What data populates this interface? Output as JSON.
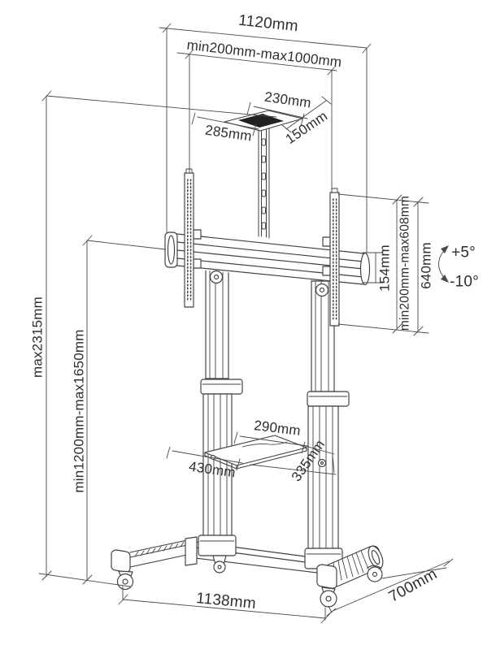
{
  "diagram": {
    "subject": "Mobile TV cart stand with casters — dimensioned technical line drawing",
    "line_color": "#3f3f3f",
    "background": "#ffffff"
  },
  "dimensions": {
    "top_width": "1120mm",
    "mount_width_range": "min200mm-max1000mm",
    "top_plate_width": "230mm",
    "top_plate_side": "285mm",
    "top_plate_depth": "150mm",
    "bar_end_height": "154mm",
    "mount_height_range": "min200mm-max608mm",
    "bracket_height": "640mm",
    "tilt_up": "+5°",
    "tilt_down": "-10°",
    "max_height": "max2315mm",
    "column_height_range": "min1200mm-max1650mm",
    "shelf_depth": "290mm",
    "shelf_width": "430mm",
    "shelf_side": "335mm",
    "base_width": "1138mm",
    "base_depth": "700mm"
  }
}
